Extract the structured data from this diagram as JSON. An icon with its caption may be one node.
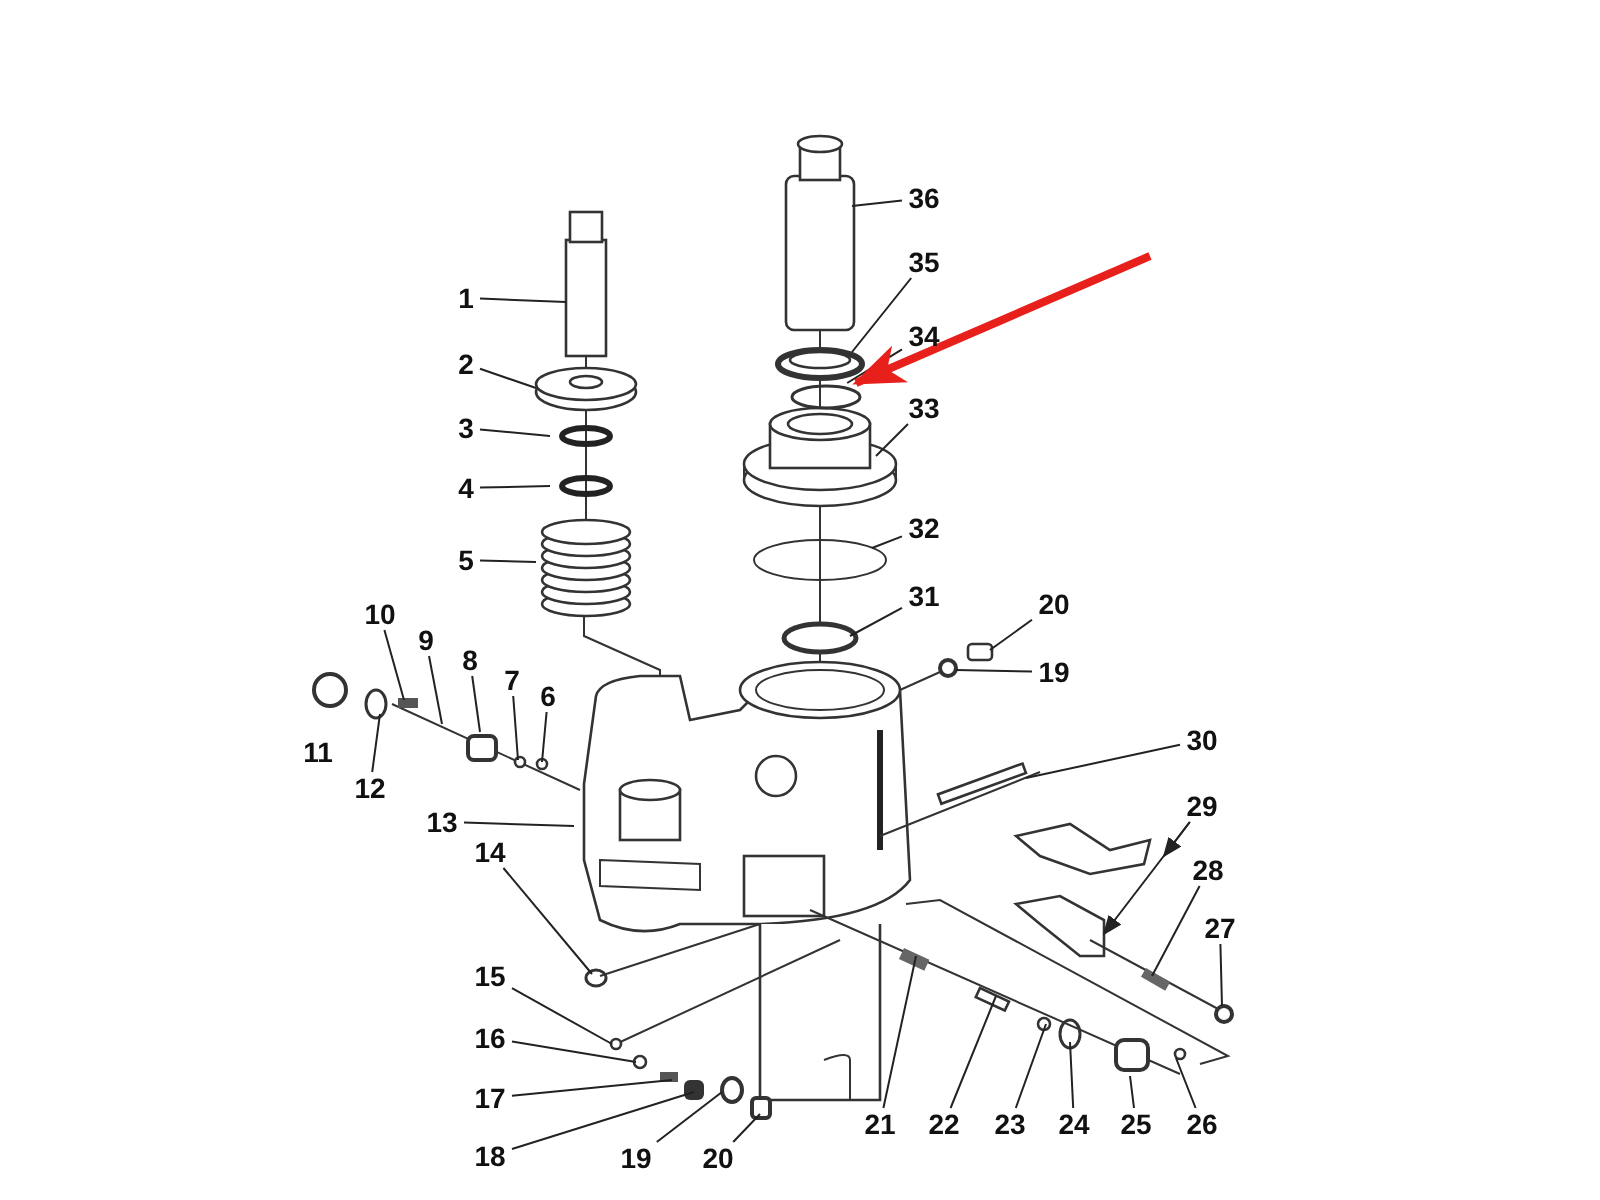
{
  "diagram": {
    "nodes": [
      {
        "text": [
          "36"
        ]
      },
      {
        "text": [
          "1"
        ]
      },
      {
        "text": [
          "35"
        ]
      },
      {
        "text": [
          "34"
        ]
      },
      {
        "text": [],
        "shape": "circle"
      },
      {
        "text": [
          "2"
        ]
      },
      {
        "text": [
          "33"
        ]
      },
      {
        "text": [
          "3"
        ]
      },
      {
        "text": [
          "4"
        ]
      },
      {
        "text": [
          "5"
        ]
      },
      {
        "text": [
          "32"
        ]
      },
      {
        "text": [
          "31"
        ]
      },
      {
        "text": [
          "20"
        ]
      },
      {
        "text": [
          "10"
        ]
      },
      {
        "text": [
          "19"
        ]
      },
      {
        "text": [
          "9"
        ]
      },
      {
        "text": [
          "8"
        ]
      },
      {
        "text": [
          "7"
        ]
      },
      {
        "text": [
          "6"
        ]
      },
      {
        "text": [
          "12"
        ]
      },
      {
        "text": [
          "30"
        ]
      },
      {
        "text": [
          "13"
        ]
      },
      {
        "text": [
          "29"
        ]
      },
      {
        "text": [
          "14"
        ]
      },
      {
        "text": [
          "28"
        ]
      },
      {
        "text": [
          "27"
        ]
      },
      {
        "text": [
          "15"
        ]
      },
      {
        "text": [
          "16"
        ]
      },
      {
        "text": [
          "17"
        ]
      },
      {
        "text": [
          "18"
        ]
      },
      {
        "text": [
          "19"
        ]
      },
      {
        "text": [
          "20"
        ]
      },
      {
        "text": [
          "21"
        ]
      },
      {
        "text": [
          "22"
        ]
      },
      {
        "text": [
          "23"
        ]
      },
      {
        "text": [
          "24"
        ]
      },
      {
        "text": [
          "25"
        ]
      },
      {
        "text": [
          "26"
        ]
      }
    ],
    "edges": [
      {
        "from": 0,
        "to": null,
        "arrow": "none"
      },
      {
        "from": 1,
        "to": null,
        "arrow": "none"
      },
      {
        "from": 2,
        "to": null,
        "arrow": "none"
      },
      {
        "from": 3,
        "to": 4,
        "arrow": "none"
      },
      {
        "from": null,
        "to": 4,
        "arrow": "to",
        "style": "thick",
        "color": "#e8201c"
      },
      {
        "from": 5,
        "to": null,
        "arrow": "none"
      },
      {
        "from": 6,
        "to": null,
        "arrow": "none"
      },
      {
        "from": 7,
        "to": null,
        "arrow": "none"
      },
      {
        "from": 8,
        "to": null,
        "arrow": "none"
      },
      {
        "from": 9,
        "to": null,
        "arrow": "none"
      },
      {
        "from": 10,
        "to": null,
        "arrow": "none"
      },
      {
        "from": 11,
        "to": null,
        "arrow": "none"
      },
      {
        "from": 12,
        "to": null,
        "arrow": "none"
      },
      {
        "from": 13,
        "to": null,
        "arrow": "none"
      },
      {
        "from": 14,
        "to": null,
        "arrow": "none"
      },
      {
        "from": 15,
        "to": null,
        "arrow": "none"
      },
      {
        "from": 16,
        "to": null,
        "arrow": "none"
      },
      {
        "from": 17,
        "to": null,
        "arrow": "none"
      },
      {
        "from": 18,
        "to": null,
        "arrow": "none"
      },
      {
        "from": 19,
        "to": null,
        "arrow": "none"
      },
      {
        "from": 20,
        "to": null,
        "arrow": "none"
      },
      {
        "from": 21,
        "to": null,
        "arrow": "none"
      },
      {
        "from": 22,
        "to": null,
        "arrow": "to"
      },
      {
        "from": 22,
        "to": null,
        "arrow": "to"
      },
      {
        "from": 23,
        "to": null,
        "arrow": "none"
      },
      {
        "from": 24,
        "to": null,
        "arrow": "none"
      },
      {
        "from": 25,
        "to": null,
        "arrow": "none"
      },
      {
        "from": 26,
        "to": null,
        "arrow": "none"
      },
      {
        "from": 27,
        "to": null,
        "arrow": "none"
      },
      {
        "from": 28,
        "to": null,
        "arrow": "none"
      },
      {
        "from": 29,
        "to": null,
        "arrow": "none"
      },
      {
        "from": 30,
        "to": null,
        "arrow": "none"
      },
      {
        "from": 31,
        "to": null,
        "arrow": "none"
      },
      {
        "from": 32,
        "to": null,
        "arrow": "none"
      },
      {
        "from": 33,
        "to": null,
        "arrow": "none"
      },
      {
        "from": 34,
        "to": null,
        "arrow": "none"
      },
      {
        "from": 35,
        "to": null,
        "arrow": "none"
      },
      {
        "from": 36,
        "to": null,
        "arrow": "none"
      },
      {
        "from": 37,
        "to": null,
        "arrow": "none"
      }
    ],
    "labels": [
      "11"
    ]
  }
}
